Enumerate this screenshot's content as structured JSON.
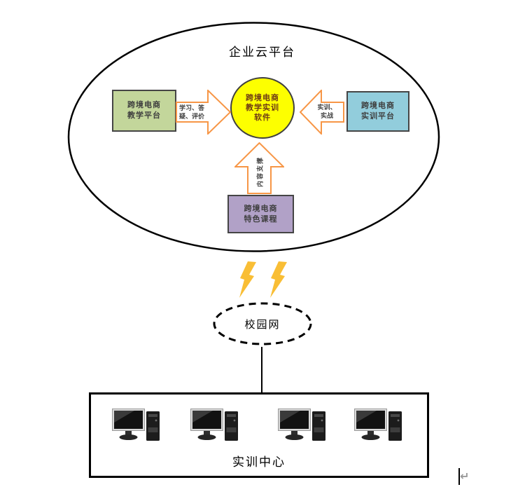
{
  "cloud": {
    "title": "企业云平台",
    "center_circle": {
      "label": "跨境电商教学实训软件",
      "lines": [
        "跨境电商",
        "教学实训",
        "软件"
      ],
      "fill": "#FDFF00"
    },
    "left_box": {
      "label": "跨境电商教学平台",
      "lines": [
        "跨境电商",
        "教学平台"
      ],
      "fill": "#C3D69B"
    },
    "right_box": {
      "label": "跨境电商实训平台",
      "lines": [
        "跨境电商",
        "实训平台"
      ],
      "fill": "#92CDDC"
    },
    "bottom_box": {
      "label": "跨境电商特色课程",
      "lines": [
        "跨境电商",
        "特色课程"
      ],
      "fill": "#B1A1C7"
    },
    "left_arrow": {
      "label": "学习、答疑、评价",
      "lines": [
        "学习、答",
        "疑、评价"
      ],
      "direction": "right"
    },
    "right_arrow": {
      "label": "实训、实战",
      "lines": [
        "实训、",
        "实战"
      ],
      "direction": "left"
    },
    "up_arrow": {
      "label": "内容支撑",
      "direction": "up"
    },
    "arrow_color": "#F79646"
  },
  "network": {
    "label": "校园网"
  },
  "lightning": {
    "count": 2,
    "color": "#F9BE35"
  },
  "training_center": {
    "label": "实训中心",
    "computer_count": 4
  },
  "cursor_mark": "↵"
}
